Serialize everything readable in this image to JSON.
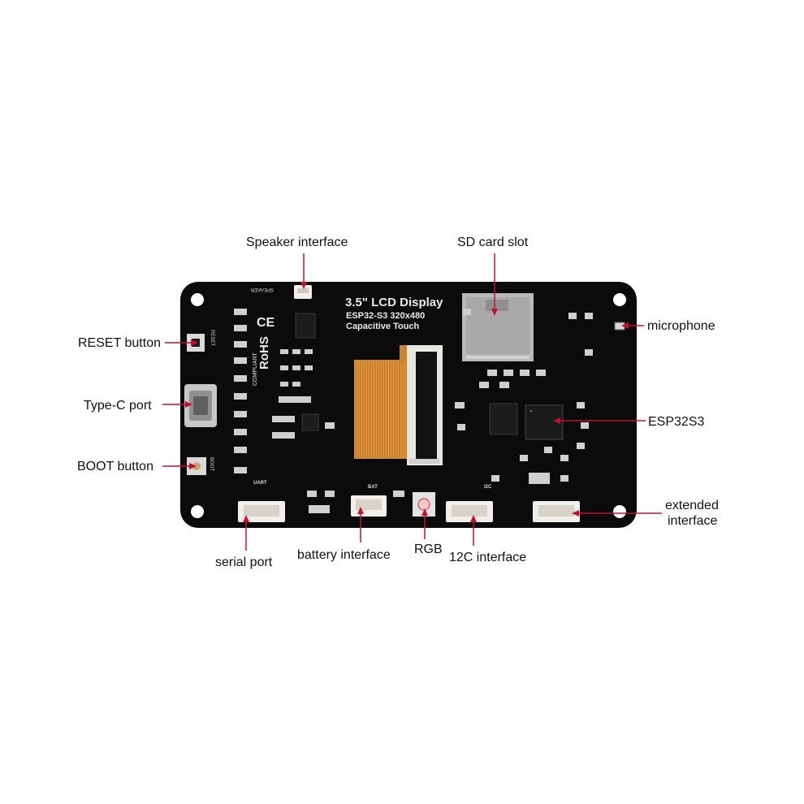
{
  "board": {
    "silkscreen": {
      "title": "3.5\" LCD Display",
      "line2": "ESP32-S3  320x480",
      "line3": "Capacitive Touch",
      "speaker_tag": "SPEAKER",
      "reset_tag": "RESET",
      "boot_tag": "BOOT",
      "uart_tag": "UART",
      "bat_tag": "BAT",
      "i2c_tag": "I2C",
      "ce_mark": "CE",
      "rohs_mark": "RoHS",
      "rohs_sub": "COMPLIANT"
    },
    "colors": {
      "pcb": "#0b0b0b",
      "silkscreen": "#e9e9e9",
      "fpc_ribbon": "#d88a2c",
      "connector": "#f1efea",
      "metal": "#b9b9b9",
      "leader_line": "#c8102e"
    }
  },
  "callouts": {
    "speaker_interface": "Speaker interface",
    "sd_card_slot": "SD card slot",
    "microphone": "microphone",
    "reset_button": "RESET button",
    "type_c_port": "Type-C port",
    "esp32s3": "ESP32S3",
    "boot_button": "BOOT button",
    "extended_interface_line1": "extended",
    "extended_interface_line2": "interface",
    "serial_port": "serial port",
    "battery_interface": "battery interface",
    "rgb": "RGB",
    "i2c_interface": "12C interface"
  }
}
